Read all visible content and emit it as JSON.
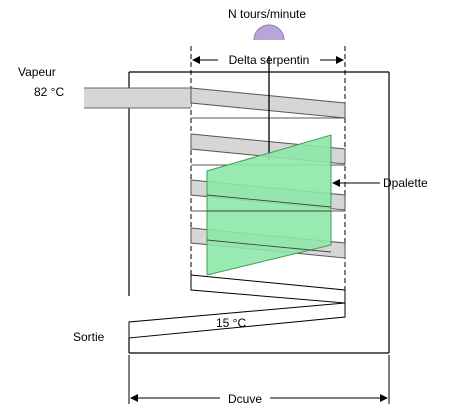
{
  "labels": {
    "speed": "N tours/minute",
    "coil_width": "Delta serpentin",
    "steam": "Vapeur",
    "steam_temp": "82 °C",
    "paddle_diameter": "Dpalette",
    "outlet": "Sortie",
    "outlet_temp": "15 °C",
    "tank_diameter": "Dcuve"
  },
  "colors": {
    "motor": "#b9a6d8",
    "paddle": "#8de8a8",
    "paddle_stroke": "#3aa05a",
    "coil_fill": "#d6d6d6",
    "line": "#000000"
  }
}
